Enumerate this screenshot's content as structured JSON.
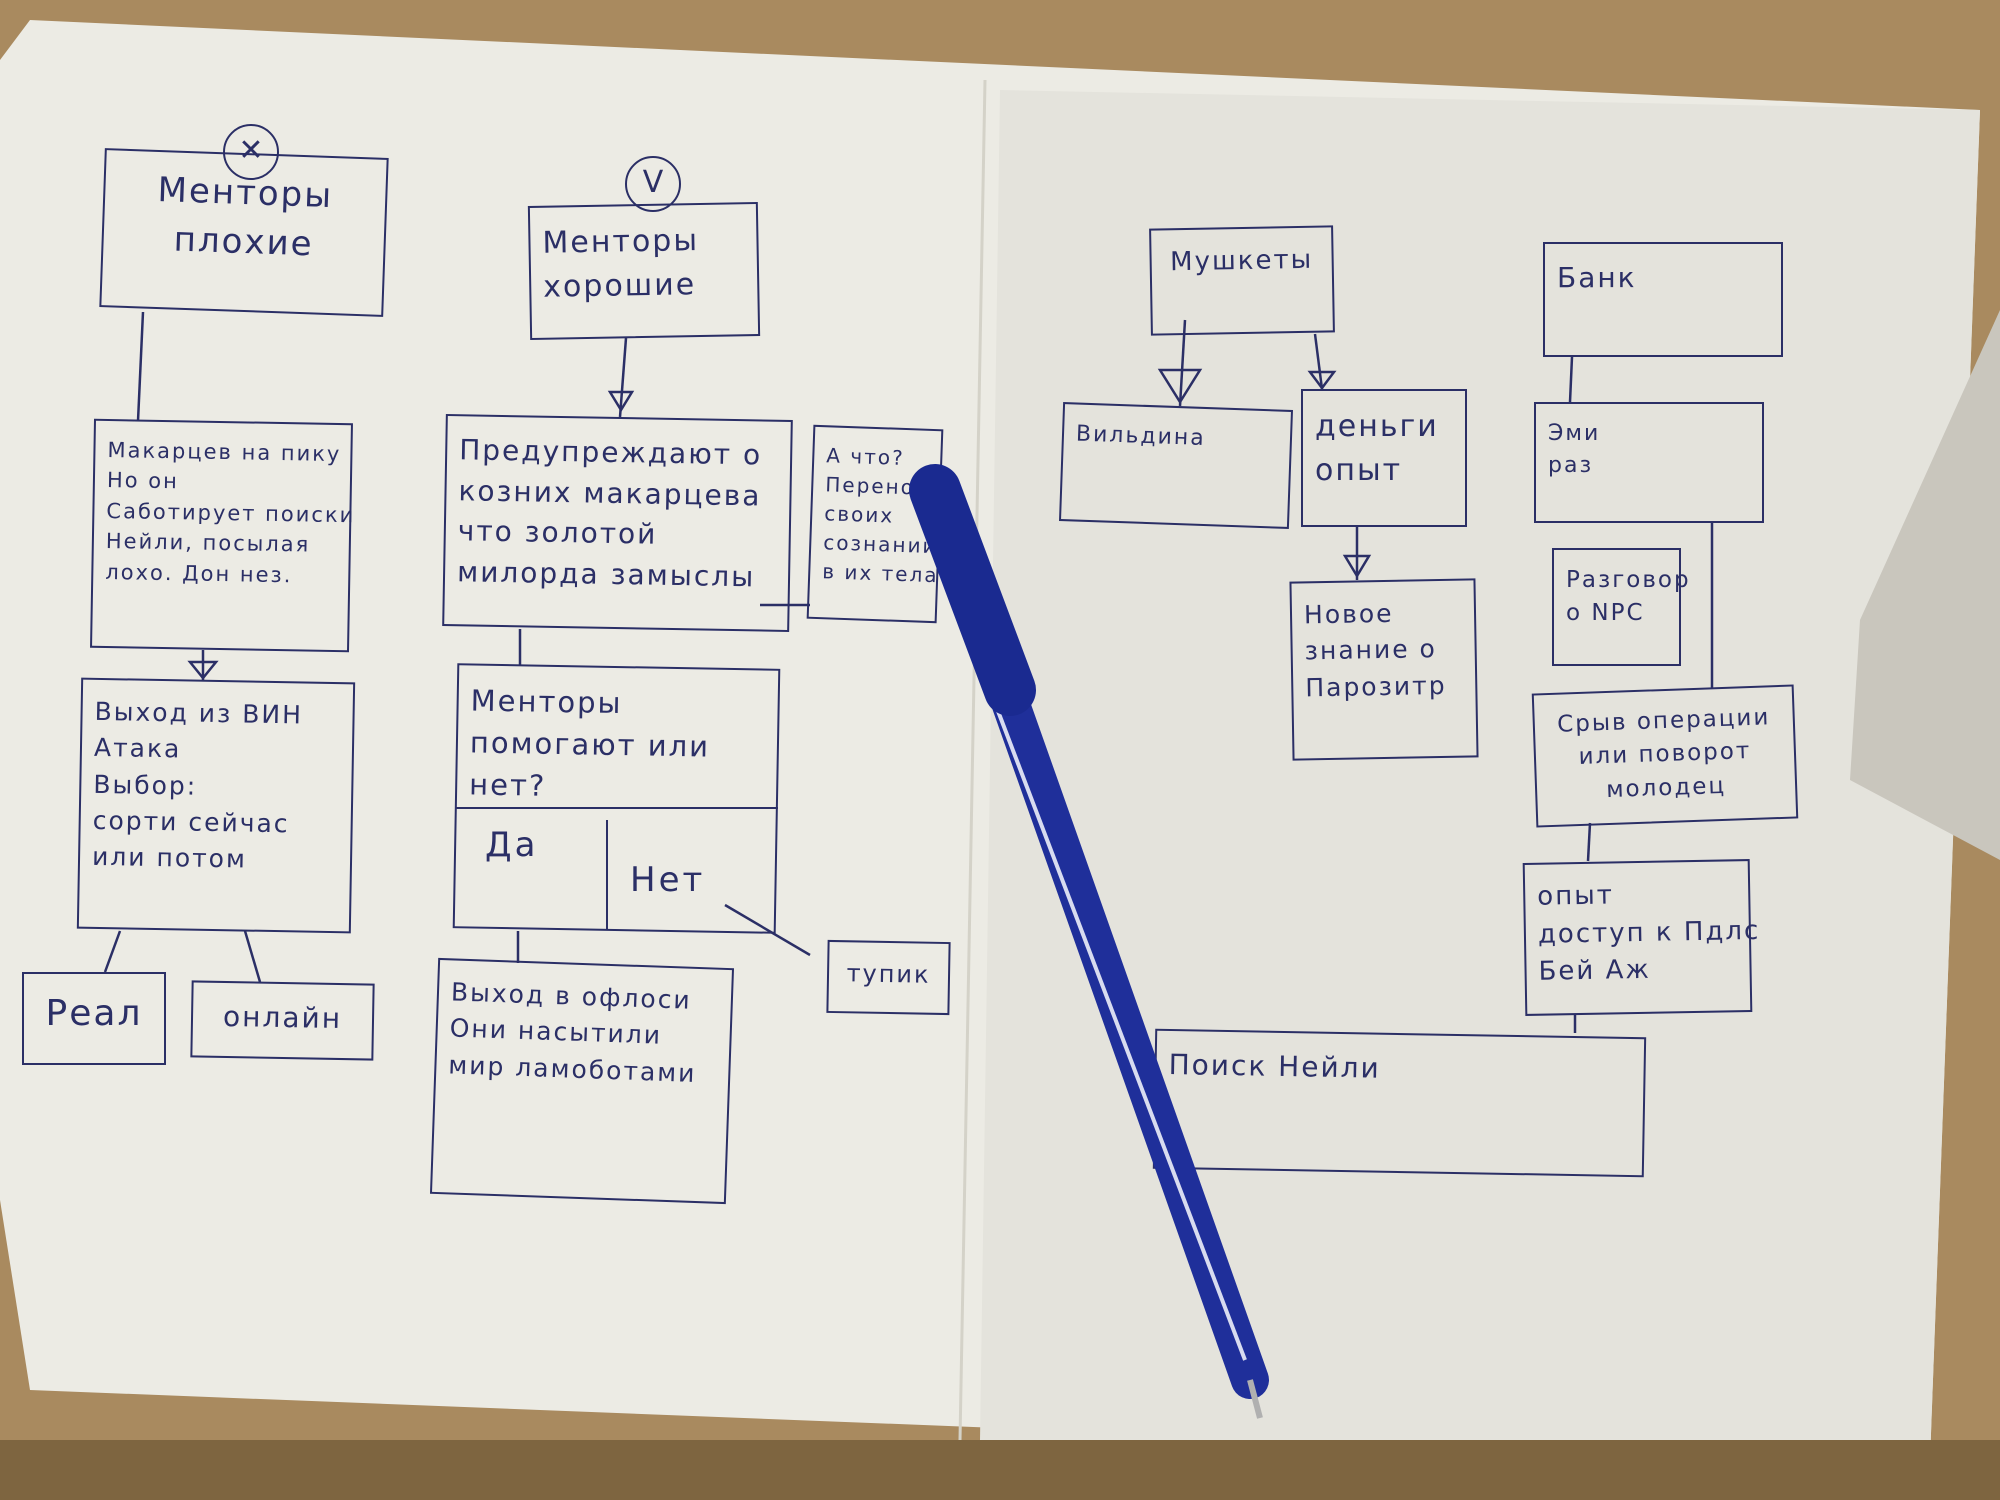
{
  "boxes": [
    {
      "id": "mentors-bad",
      "lines": [
        "Менторы",
        "плохие"
      ]
    },
    {
      "id": "mentors-good",
      "lines": [
        "Менторы",
        "хорошие"
      ]
    },
    {
      "id": "makartsev",
      "lines": [
        "Макарцев на пику",
        "Но он",
        "Саботирует поиски",
        "Нейли, посылая",
        "лохо. Дон нез."
      ]
    },
    {
      "id": "exit-vin",
      "lines": [
        "Выход из ВИН",
        "Атака",
        "Выбор:",
        "сорти сейчас",
        "или потом"
      ]
    },
    {
      "id": "real",
      "lines": [
        "Реал"
      ]
    },
    {
      "id": "online",
      "lines": [
        "онлайн"
      ]
    },
    {
      "id": "warn",
      "lines": [
        "Предупреждают о",
        "козних макарцева",
        "что золотой",
        "милорда замыслы"
      ]
    },
    {
      "id": "what",
      "lines": [
        "А что?",
        "Перенос",
        "своих",
        "сознаний",
        "в их тела"
      ]
    },
    {
      "id": "help",
      "lines": [
        "Менторы",
        "помогают или",
        "нет?"
      ]
    },
    {
      "id": "deadend",
      "lines": [
        "тупик"
      ]
    },
    {
      "id": "exit-offline",
      "lines": [
        "Выход в офлоси",
        "Они насытили",
        "мир ламоботами"
      ]
    },
    {
      "id": "muskets",
      "lines": [
        "Мушкеты"
      ]
    },
    {
      "id": "vildina",
      "lines": [
        "Вильдина"
      ]
    },
    {
      "id": "money",
      "lines": [
        "деньги",
        "опыт"
      ]
    },
    {
      "id": "knowledge",
      "lines": [
        "Новое",
        "знание о",
        "Парозитр"
      ]
    },
    {
      "id": "bank",
      "lines": [
        "Банк"
      ]
    },
    {
      "id": "emi",
      "lines": [
        "Эми",
        "раз"
      ]
    },
    {
      "id": "npc",
      "lines": [
        "Разговор",
        "о NPC"
      ]
    },
    {
      "id": "sabotage",
      "lines": [
        "Срыв операции",
        "или поворот",
        "молодец"
      ]
    },
    {
      "id": "experience",
      "lines": [
        "опыт",
        "доступ к Пдлс",
        "Бей Аж"
      ]
    },
    {
      "id": "search",
      "lines": [
        "Поиск Нейли"
      ]
    }
  ],
  "choice": {
    "yes": "Да",
    "no": "Нет"
  },
  "markers": {
    "bad": "✕",
    "good": "V"
  },
  "colors": {
    "ink": "#2b2f66",
    "paper": "#ecebe4",
    "pen": "#1f2f9a",
    "table": "#a98a5f"
  }
}
